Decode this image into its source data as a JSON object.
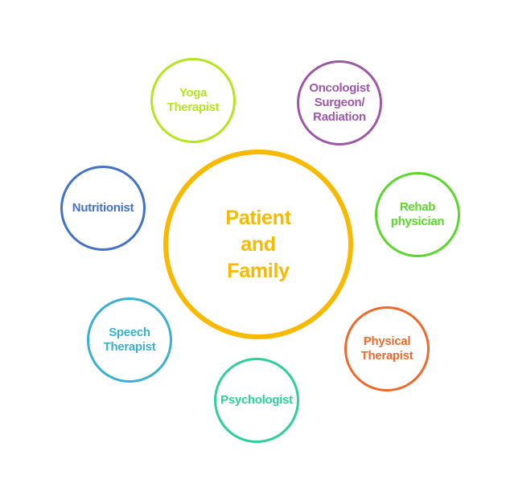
{
  "center": {
    "label": "Patient\nand\nFamily",
    "color": "#F7BA00"
  },
  "nodes": [
    {
      "label": "Yoga\nTherapist",
      "color": "#B5E61D"
    },
    {
      "label": "Oncologist\nSurgeon/\nRadiation",
      "color": "#9B59A6"
    },
    {
      "label": "Nutritionist",
      "color": "#4472C4"
    },
    {
      "label": "Rehab\nphysician",
      "color": "#5CD62C"
    },
    {
      "label": "Speech\nTherapist",
      "color": "#3BB0D0"
    },
    {
      "label": "Physical\nTherapist",
      "color": "#EE6A2C"
    },
    {
      "label": "Psychologist",
      "color": "#2ECF9A"
    }
  ]
}
